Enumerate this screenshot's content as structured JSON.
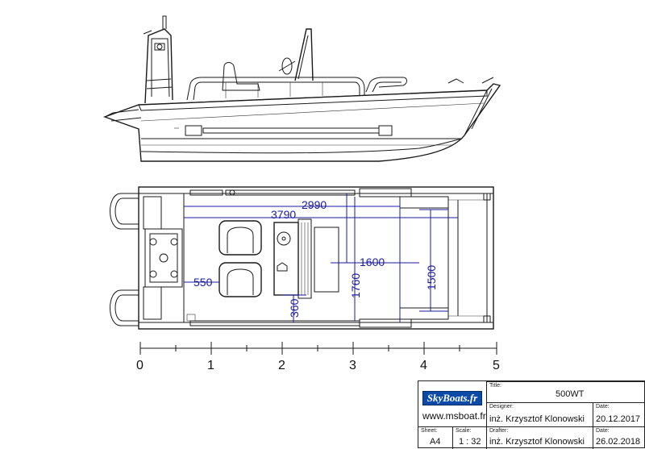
{
  "dimensions": {
    "d_2990": "2990",
    "d_3790": "3790",
    "d_1600": "1600",
    "d_1760": "1760",
    "d_1500": "1500",
    "d_550": "550",
    "d_360": "360"
  },
  "scale_bar": {
    "ticks": [
      "0",
      "1",
      "2",
      "3",
      "4",
      "5"
    ]
  },
  "title_block": {
    "logo": "SkyBoats.fr",
    "website": "www.msboat.fr",
    "title_label": "Title:",
    "title": "500WT",
    "designer_label": "Designer:",
    "designer": "inż. Krzysztof Klonowski",
    "date_label": "Date:",
    "designer_date": "20.12.2017",
    "drafter_label": "Drafter:",
    "drafter": "inż. Krzysztof Klonowski",
    "drafter_date": "26.02.2018",
    "sheet_label": "Sheet:",
    "sheet": "A4",
    "scale_label": "Scale:",
    "scale": "1 : 32"
  },
  "colors": {
    "line": "#1a1a1a",
    "dimension": "#1a1aa0",
    "logo_bg": "#0b4aa8"
  }
}
